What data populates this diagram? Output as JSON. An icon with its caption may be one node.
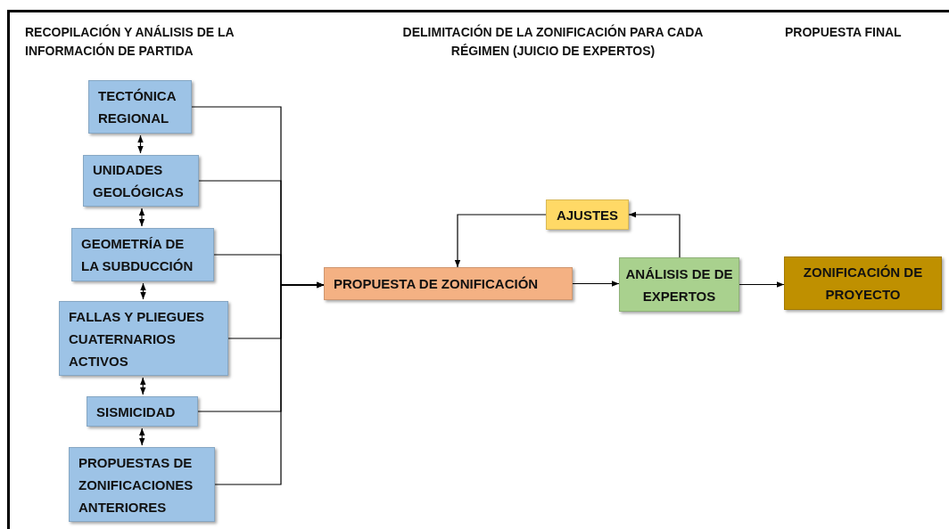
{
  "diagram": {
    "nodes": [
      {
        "text": [
          "TECTÓNICA REGIONAL"
        ]
      },
      {
        "text": [
          "UNIDADES GEOLÓGICAS"
        ]
      },
      {
        "text": [
          "GEOMETRÍA DE LA SUBDUCCIÓN"
        ]
      },
      {
        "text": [
          "FALLAS Y PLIEGUES CUATERNARIOS ACTIVOS"
        ]
      },
      {
        "text": [
          "SISMICIDAD"
        ]
      },
      {
        "text": [
          "PROPUESTAS DE ZONIFICACIONES ANTERIORES"
        ]
      },
      {
        "text": [
          "PROPUESTA DE ZONIFICACIÓN"
        ]
      },
      {
        "text": [
          "AJUSTES"
        ]
      },
      {
        "text": [
          "ANÁLISIS DE DE EXPERTOS"
        ]
      },
      {
        "text": [
          "ZONIFICACIÓN DE PROYECTO"
        ]
      }
    ],
    "edges": [
      {
        "from": 0,
        "to": 1,
        "arrow": "both"
      },
      {
        "from": 1,
        "to": 2,
        "arrow": "both"
      },
      {
        "from": 2,
        "to": 3,
        "arrow": "both"
      },
      {
        "from": 3,
        "to": 4,
        "arrow": "both"
      },
      {
        "from": 4,
        "to": 5,
        "arrow": "both"
      },
      {
        "from": 0,
        "to": 6,
        "arrow": "to"
      },
      {
        "from": 1,
        "to": 6,
        "arrow": "to"
      },
      {
        "from": 2,
        "to": 6,
        "arrow": "to"
      },
      {
        "from": 3,
        "to": 6,
        "arrow": "to"
      },
      {
        "from": 4,
        "to": 6,
        "arrow": "to"
      },
      {
        "from": 5,
        "to": 6,
        "arrow": "to"
      },
      {
        "from": 6,
        "to": 8,
        "arrow": "to"
      },
      {
        "from": 8,
        "to": 7,
        "arrow": "to"
      },
      {
        "from": 7,
        "to": 6,
        "arrow": "to"
      },
      {
        "from": 8,
        "to": 9,
        "arrow": "to"
      }
    ],
    "labels": [
      "RECOPILACIÓN Y ANÁLISIS DE LA INFORMACIÓN DE PARTIDA",
      "DELIMITACIÓN DE LA ZONIFICACIÓN PARA CADA RÉGIMEN (JUICIO DE EXPERTOS)",
      "PROPUESTA FINAL"
    ]
  }
}
